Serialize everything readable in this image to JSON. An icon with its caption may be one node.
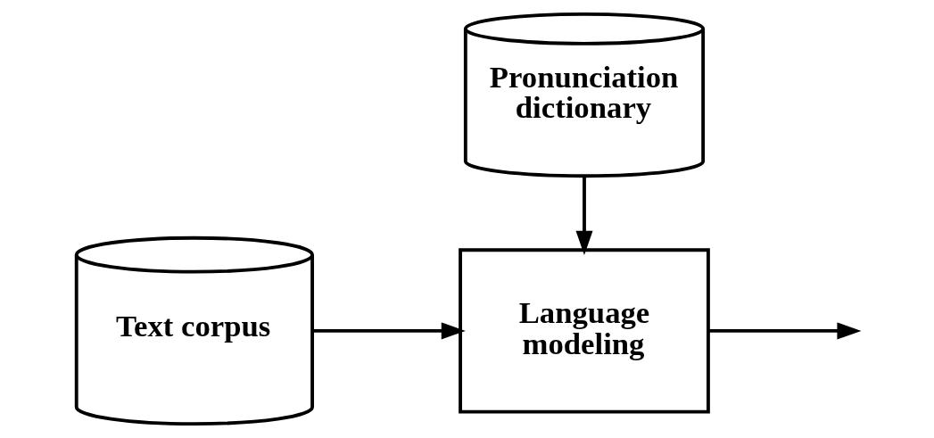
{
  "diagram": {
    "nodes": [
      {
        "text": [
          "Pronunciation dictionary"
        ]
      },
      {
        "text": [
          "Text corpus"
        ]
      },
      {
        "text": [
          "Language modeling"
        ]
      }
    ],
    "edges": [
      {
        "from": 0,
        "to": 2,
        "arrow": "to"
      },
      {
        "from": 1,
        "to": 2,
        "arrow": "to"
      },
      {
        "from": 2,
        "to": null,
        "arrow": "to"
      }
    ]
  }
}
